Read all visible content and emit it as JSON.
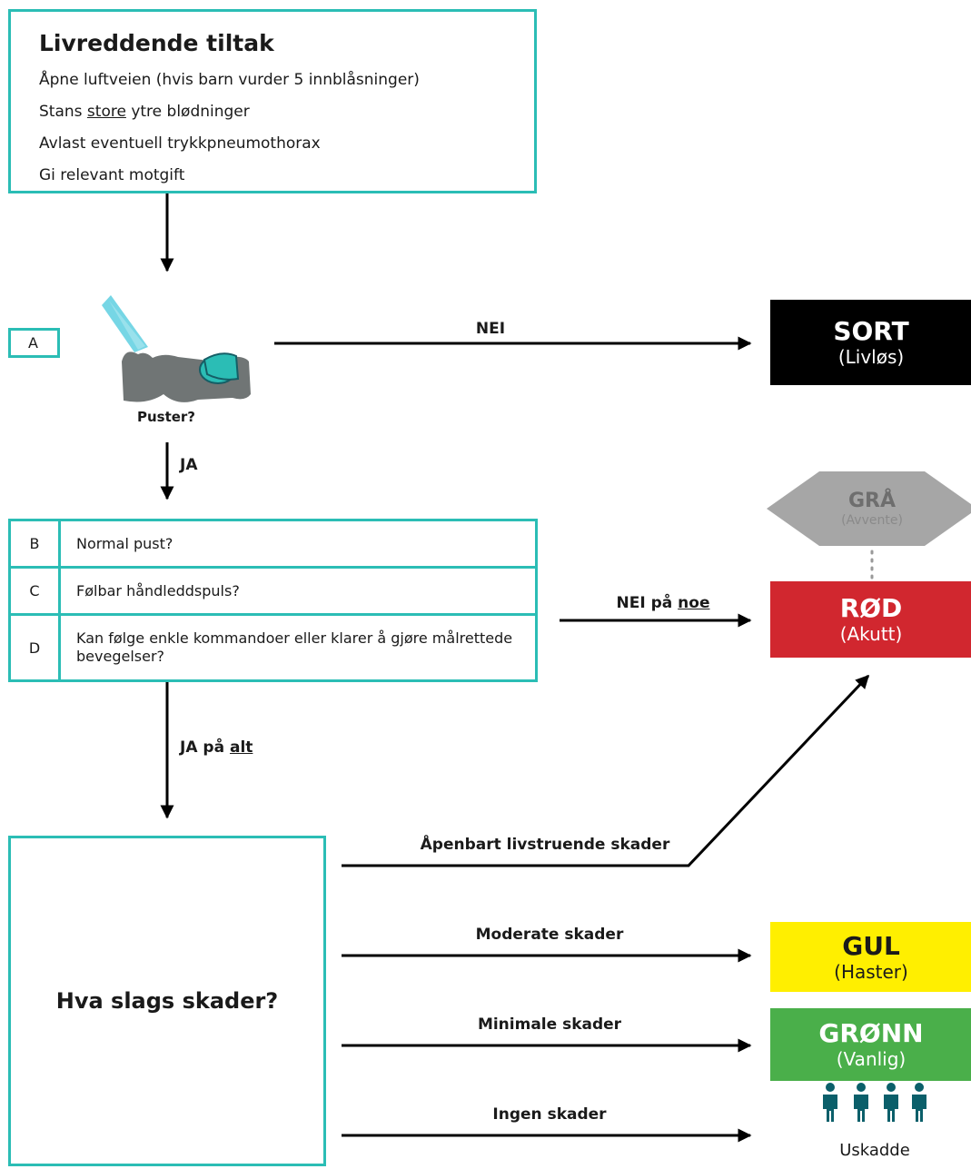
{
  "lifesaving": {
    "title": "Livreddende tiltak",
    "items": [
      "Åpne luftveien (hvis barn vurder 5 innblåsninger)",
      {
        "before": "Stans ",
        "underlined": "store",
        "after": " ytre blødninger"
      },
      "Avlast eventuell trykkpneumothorax",
      "Gi relevant motgift"
    ]
  },
  "step_a": {
    "letter": "A",
    "question": "Puster?"
  },
  "flow": {
    "no": "NEI",
    "yes": "JA",
    "no_any": {
      "before": "NEI på ",
      "underlined": "noe"
    },
    "yes_all": {
      "before": "JA på ",
      "underlined": "alt"
    }
  },
  "bcd": [
    {
      "letter": "B",
      "question": "Normal pust?"
    },
    {
      "letter": "C",
      "question": "Følbar håndleddspuls?"
    },
    {
      "letter": "D",
      "question": "Kan følge enkle kommandoer eller klarer å gjøre målrettede bevegelser?"
    }
  ],
  "injury_question": "Hva slags skader?",
  "injury_types": {
    "life_threatening": "Åpenbart livstruende skader",
    "moderate": "Moderate skader",
    "minimal": "Minimale skader",
    "none": "Ingen skader"
  },
  "categories": {
    "black": {
      "title": "SORT",
      "sub": "(Livløs)",
      "color": "#000000",
      "text_color": "#ffffff"
    },
    "grey": {
      "title": "GRÅ",
      "sub": "(Avvente)",
      "color": "#a6a6a6",
      "text_color": "#7a7a7a"
    },
    "red": {
      "title": "RØD",
      "sub": "(Akutt)",
      "color": "#d1272f",
      "text_color": "#ffffff"
    },
    "yellow": {
      "title": "GUL",
      "sub": "(Haster)",
      "color": "#ffef00",
      "text_color": "#1a1a1a"
    },
    "green": {
      "title": "GRØNN",
      "sub": "(Vanlig)",
      "color": "#4aaf4a",
      "text_color": "#ffffff"
    },
    "uninjured": {
      "label": "Uskadde",
      "icon": "people-icon",
      "color": "#0b5f6a"
    }
  },
  "accent": "#2bbdb5"
}
